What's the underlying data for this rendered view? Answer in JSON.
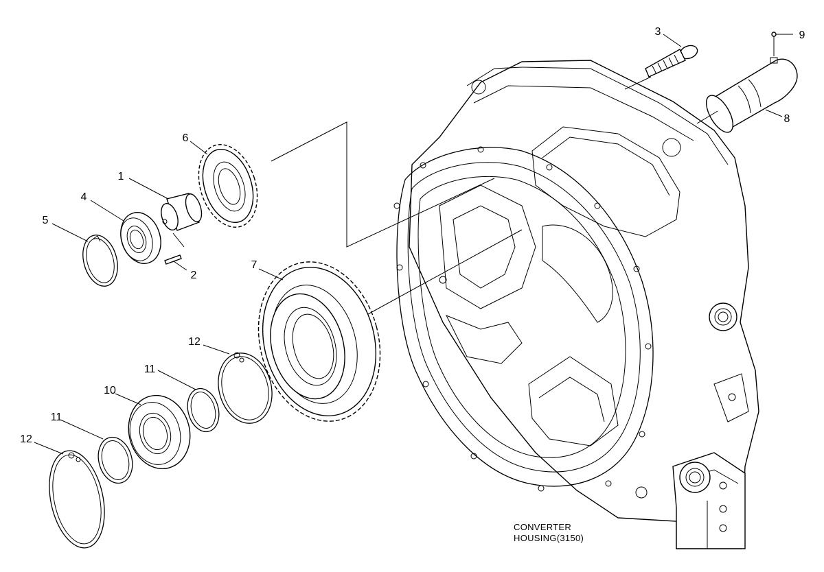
{
  "callouts": [
    "1",
    "2",
    "3",
    "4",
    "5",
    "6",
    "7",
    "8",
    "9",
    "10",
    "11",
    "11",
    "12",
    "12"
  ],
  "caption": {
    "line1": "CONVERTER",
    "line2": "HOUSING(3150)"
  },
  "colors": {
    "ink": "#000000",
    "paper": "#ffffff"
  }
}
